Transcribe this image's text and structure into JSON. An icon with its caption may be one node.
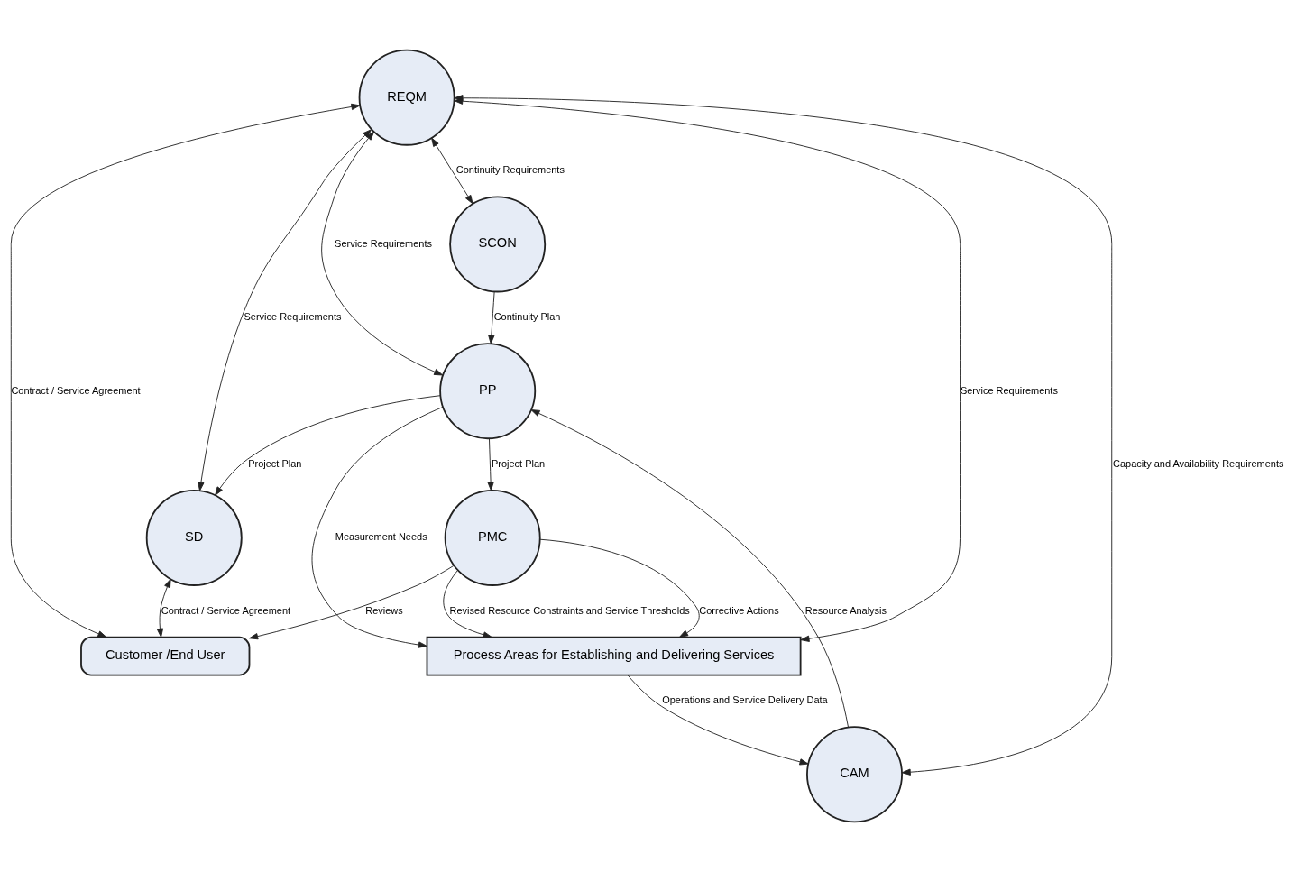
{
  "diagram": {
    "nodes": [
      {
        "text": [
          "Customer /End User"
        ]
      },
      {
        "text": [
          "REQM"
        ]
      },
      {
        "text": [
          "SD"
        ]
      },
      {
        "text": [
          "PMC"
        ]
      },
      {
        "text": [
          "SCON"
        ]
      },
      {
        "text": [
          "PP"
        ]
      },
      {
        "text": [
          "CAM"
        ]
      },
      {
        "text": [
          "Process Areas for Establishing and Delivering Services"
        ]
      }
    ],
    "edges": [
      {
        "from": 1,
        "to": 0,
        "arrow": "both",
        "label": "Contract / Service Agreement"
      },
      {
        "from": 3,
        "to": 0,
        "arrow": "to",
        "label": "Reviews"
      },
      {
        "from": 2,
        "to": 0,
        "arrow": "both",
        "label": "Contract / Service Agreement"
      },
      {
        "from": 1,
        "to": 2,
        "arrow": "both",
        "label": "Service Requirements"
      },
      {
        "from": 1,
        "to": 4,
        "arrow": "both",
        "label": "Continuity Requirements"
      },
      {
        "from": 5,
        "to": 2,
        "arrow": "to",
        "label": "Project Plan"
      },
      {
        "from": 5,
        "to": 3,
        "arrow": "to",
        "label": "Project Plan"
      },
      {
        "from": 4,
        "to": 5,
        "arrow": "to",
        "label": "Continuity Plan"
      },
      {
        "from": 1,
        "to": 6,
        "arrow": "both",
        "label": "Capacity and Availability Requirements"
      },
      {
        "from": 1,
        "to": 5,
        "arrow": "both",
        "label": "Service Requirements"
      },
      {
        "from": 6,
        "to": 5,
        "arrow": "to",
        "label": "Resource Analysis"
      },
      {
        "from": 3,
        "to": 7,
        "arrow": "to",
        "label": "Revised Resource Constraints and Service Thresholds"
      },
      {
        "from": 3,
        "to": 7,
        "arrow": "to",
        "label": "Corrective Actions"
      },
      {
        "from": 7,
        "to": 6,
        "arrow": "to",
        "label": "Operations and Service Delivery Data"
      },
      {
        "from": 5,
        "to": 7,
        "arrow": "to",
        "label": "Measurement Needs"
      },
      {
        "from": 1,
        "to": 7,
        "arrow": "both",
        "label": "Service Requirements"
      }
    ]
  }
}
